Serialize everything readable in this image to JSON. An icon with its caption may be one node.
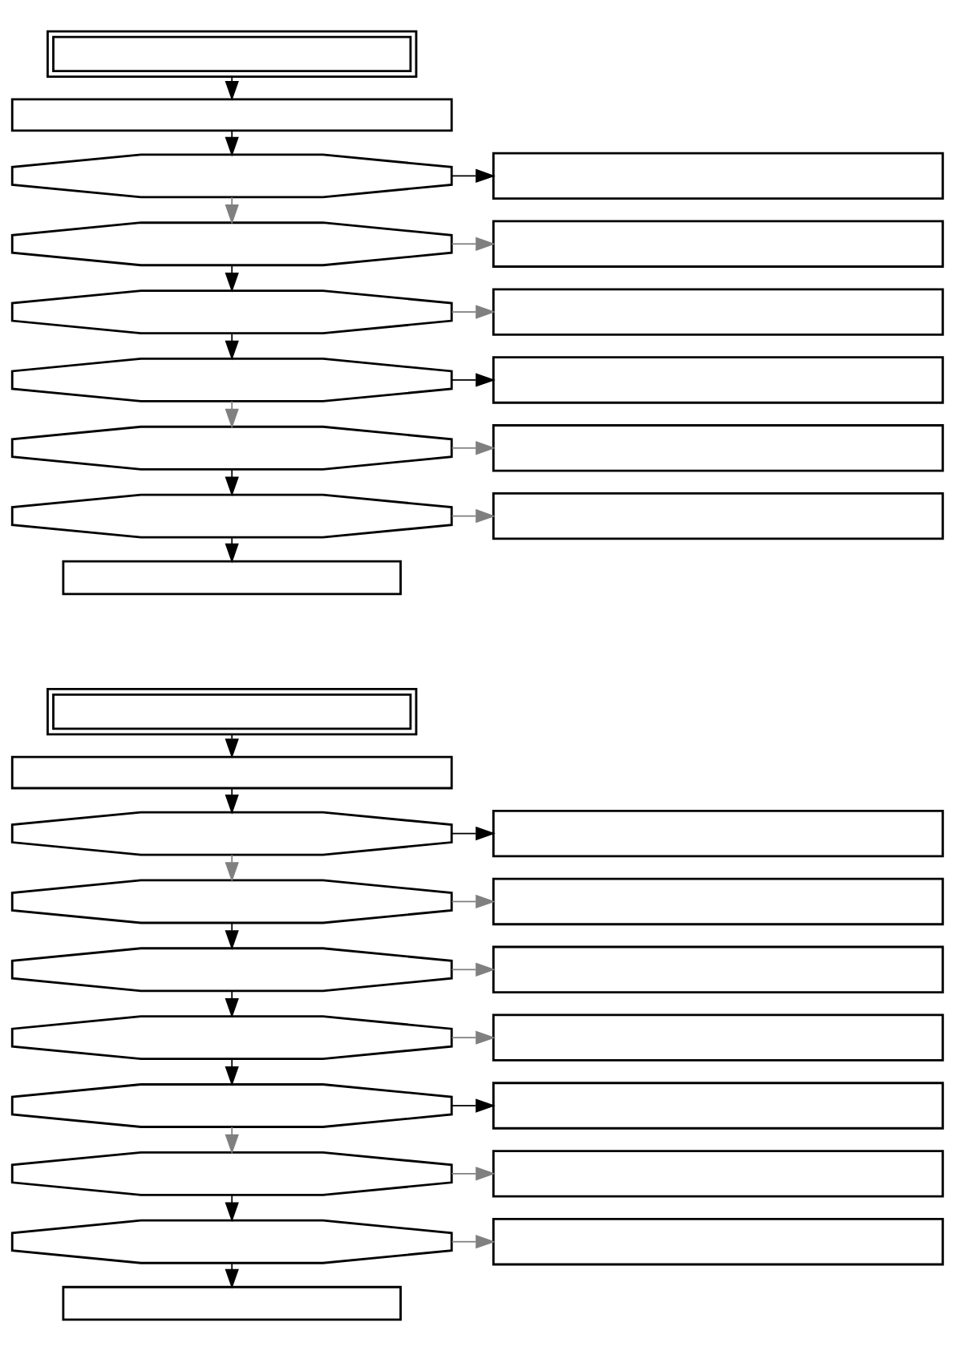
{
  "diagram": {
    "nodes": [
      {
        "text": [],
        "shape": "box"
      },
      {
        "text": [],
        "shape": "box"
      },
      {
        "text": [],
        "shape": "octagon"
      },
      {
        "text": [],
        "shape": "box"
      },
      {
        "text": [],
        "shape": "octagon"
      },
      {
        "text": [],
        "shape": "box"
      },
      {
        "text": [],
        "shape": "octagon"
      },
      {
        "text": [],
        "shape": "box"
      },
      {
        "text": [],
        "shape": "octagon"
      },
      {
        "text": [],
        "shape": "box"
      },
      {
        "text": [],
        "shape": "octagon"
      },
      {
        "text": [],
        "shape": "box"
      },
      {
        "text": [],
        "shape": "octagon"
      },
      {
        "text": [],
        "shape": "box"
      },
      {
        "text": [],
        "shape": "box"
      },
      {
        "text": [],
        "shape": "box"
      },
      {
        "text": [],
        "shape": "box"
      },
      {
        "text": [],
        "shape": "octagon"
      },
      {
        "text": [],
        "shape": "box"
      },
      {
        "text": [],
        "shape": "octagon"
      },
      {
        "text": [],
        "shape": "box"
      },
      {
        "text": [],
        "shape": "octagon"
      },
      {
        "text": [],
        "shape": "box"
      },
      {
        "text": [],
        "shape": "octagon"
      },
      {
        "text": [],
        "shape": "box"
      },
      {
        "text": [],
        "shape": "octagon"
      },
      {
        "text": [],
        "shape": "box"
      },
      {
        "text": [],
        "shape": "octagon"
      },
      {
        "text": [],
        "shape": "box"
      },
      {
        "text": [],
        "shape": "octagon"
      },
      {
        "text": [],
        "shape": "box"
      },
      {
        "text": [],
        "shape": "box"
      }
    ],
    "edges": [
      {
        "from": 0,
        "to": 1,
        "arrow": "to"
      },
      {
        "from": 1,
        "to": 2,
        "arrow": "to"
      },
      {
        "from": 2,
        "to": 3,
        "arrow": "to"
      },
      {
        "from": 2,
        "to": 4,
        "arrow": "to",
        "color": "#808080"
      },
      {
        "from": 4,
        "to": 5,
        "arrow": "to",
        "color": "#808080"
      },
      {
        "from": 4,
        "to": 6,
        "arrow": "to"
      },
      {
        "from": 6,
        "to": 7,
        "arrow": "to",
        "color": "#808080"
      },
      {
        "from": 6,
        "to": 8,
        "arrow": "to"
      },
      {
        "from": 8,
        "to": 9,
        "arrow": "to"
      },
      {
        "from": 8,
        "to": 10,
        "arrow": "to",
        "color": "#808080"
      },
      {
        "from": 10,
        "to": 11,
        "arrow": "to",
        "color": "#808080"
      },
      {
        "from": 10,
        "to": 12,
        "arrow": "to"
      },
      {
        "from": 12,
        "to": 13,
        "arrow": "to",
        "color": "#808080"
      },
      {
        "from": 12,
        "to": 14,
        "arrow": "to"
      },
      {
        "from": 15,
        "to": 16,
        "arrow": "to"
      },
      {
        "from": 16,
        "to": 17,
        "arrow": "to"
      },
      {
        "from": 17,
        "to": 18,
        "arrow": "to"
      },
      {
        "from": 17,
        "to": 19,
        "arrow": "to",
        "color": "#808080"
      },
      {
        "from": 19,
        "to": 20,
        "arrow": "to",
        "color": "#808080"
      },
      {
        "from": 19,
        "to": 21,
        "arrow": "to"
      },
      {
        "from": 21,
        "to": 22,
        "arrow": "to",
        "color": "#808080"
      },
      {
        "from": 21,
        "to": 23,
        "arrow": "to"
      },
      {
        "from": 23,
        "to": 24,
        "arrow": "to",
        "color": "#808080"
      },
      {
        "from": 23,
        "to": 25,
        "arrow": "to"
      },
      {
        "from": 25,
        "to": 26,
        "arrow": "to"
      },
      {
        "from": 25,
        "to": 27,
        "arrow": "to",
        "color": "#808080"
      },
      {
        "from": 27,
        "to": 28,
        "arrow": "to",
        "color": "#808080"
      },
      {
        "from": 27,
        "to": 29,
        "arrow": "to"
      },
      {
        "from": 29,
        "to": 30,
        "arrow": "to",
        "color": "#808080"
      },
      {
        "from": 29,
        "to": 31,
        "arrow": "to"
      }
    ]
  }
}
